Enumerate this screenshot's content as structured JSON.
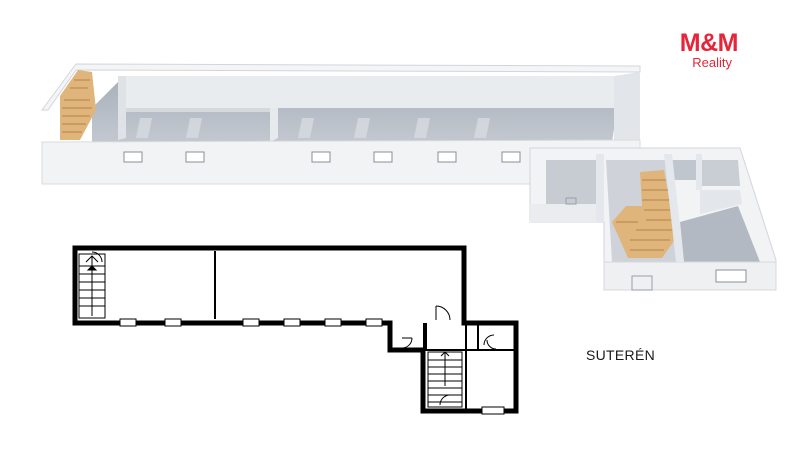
{
  "brand": {
    "name": "M&M",
    "tagline": "Reality",
    "color": "#e5263a"
  },
  "floor_label": "SUTERÉN",
  "colors": {
    "wall": "#eef0f2",
    "wall_shadow": "#dfe3e7",
    "floor": "#b8bec7",
    "stair_wood": "#d9ad72",
    "plan_ink": "#000000"
  },
  "icons": [
    "staircase-icon",
    "door-icon",
    "window-icon"
  ]
}
